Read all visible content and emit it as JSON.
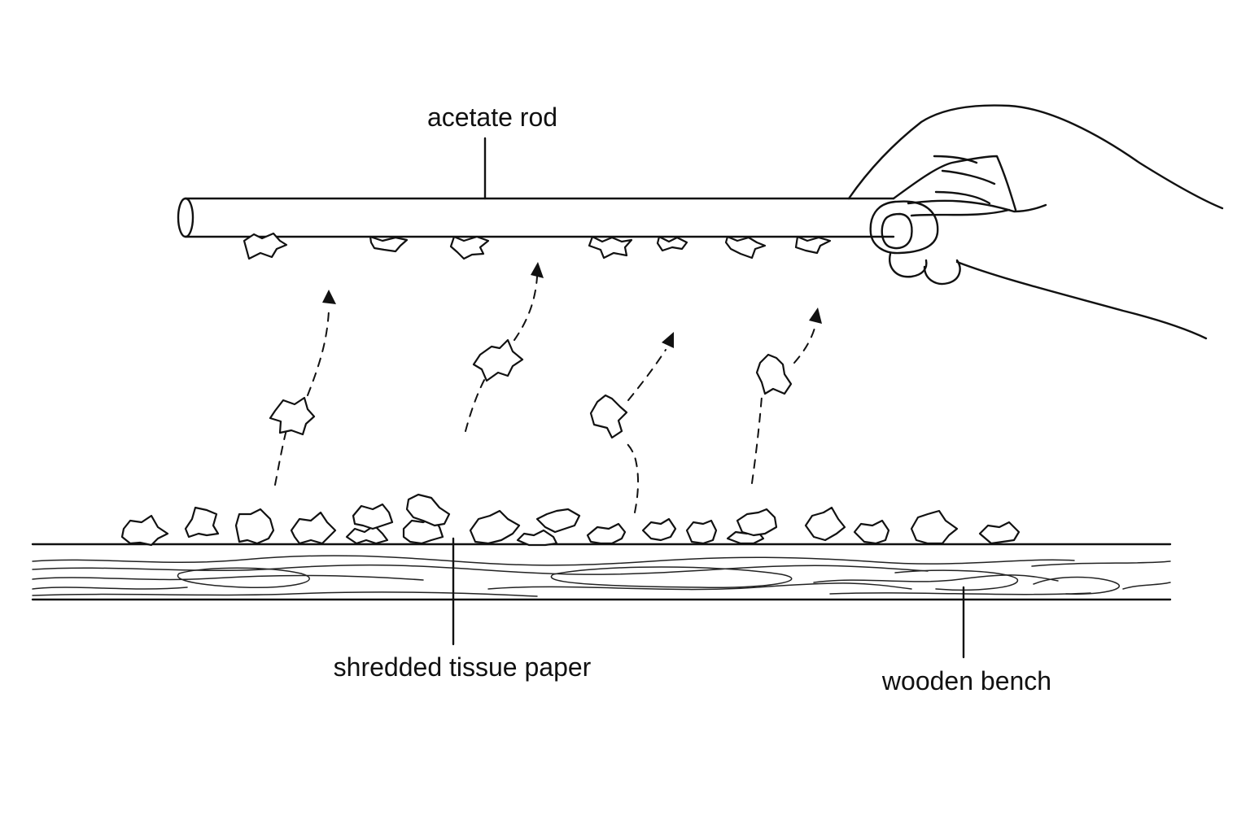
{
  "labels": {
    "rod": "acetate rod",
    "paper": "shredded tissue paper",
    "bench": "wooden bench"
  },
  "colors": {
    "line": "#111111",
    "background": "#ffffff"
  }
}
